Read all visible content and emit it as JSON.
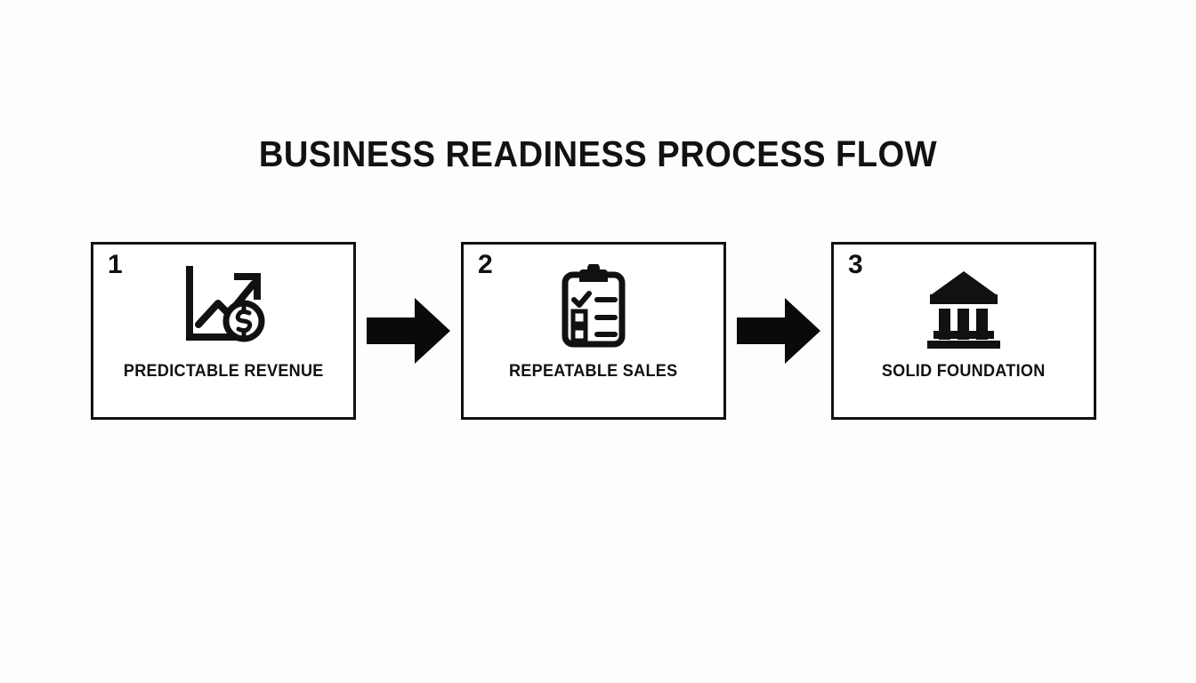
{
  "page": {
    "title": "BUSINESS READINESS PROCESS FLOW",
    "background_color": "#fdfdfc",
    "ink_color": "#111111"
  },
  "diagram": {
    "type": "horizontal-process-flow",
    "step_count": 3,
    "connector": "solid-black-right-arrow",
    "steps": [
      {
        "number": "1",
        "label": "PREDICTABLE REVENUE",
        "icon": "growth-chart-dollar-icon"
      },
      {
        "number": "2",
        "label": "REPEATABLE SALES",
        "icon": "clipboard-checklist-icon"
      },
      {
        "number": "3",
        "label": "SOLID FOUNDATION",
        "icon": "bank-building-icon"
      }
    ],
    "arrows": [
      {
        "name": "arrow-step-1-to-2"
      },
      {
        "name": "arrow-step-2-to-3"
      }
    ]
  }
}
